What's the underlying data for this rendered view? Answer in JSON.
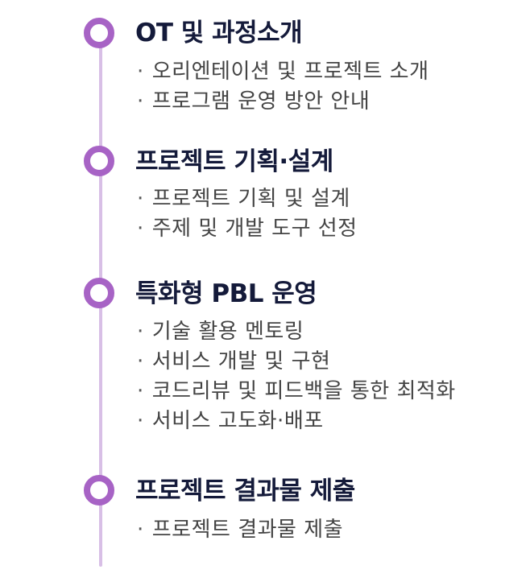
{
  "bullet": "·",
  "colors": {
    "marker": "#a763c5",
    "line": "#d8bfe6",
    "title": "#141a3a",
    "item": "#444444"
  },
  "stages": [
    {
      "title": "OT 및 과정소개",
      "items": [
        "오리엔테이션 및 프로젝트 소개",
        "프로그램 운영 방안 안내"
      ]
    },
    {
      "title": "프로젝트 기획·설계",
      "items": [
        "프로젝트 기획 및 설계",
        "주제 및 개발 도구 선정"
      ]
    },
    {
      "title": "특화형 PBL 운영",
      "items": [
        "기술 활용 멘토링",
        "서비스 개발 및 구현",
        "코드리뷰 및 피드백을 통한 최적화",
        "서비스 고도화·배포"
      ]
    },
    {
      "title": "프로젝트 결과물 제출",
      "items": [
        "프로젝트 결과물 제출"
      ]
    }
  ]
}
